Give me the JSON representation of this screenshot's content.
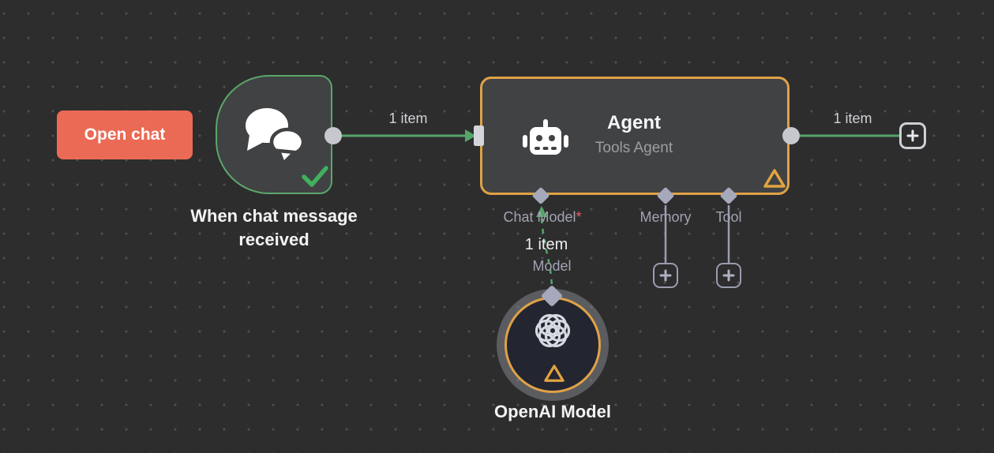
{
  "canvas": {
    "background": "#2d2d2d",
    "dot_color": "#4f4f4f"
  },
  "colors": {
    "success_green": "#5aa76a",
    "connection_green": "#55a56a",
    "check_green": "#41b05c",
    "warning_orange": "#dfa246",
    "coral_button": "#ea6a55",
    "node_fill": "#414244",
    "connector_lavender": "#a6a8bb",
    "endpoint_gray": "#c6c8ce",
    "required_red": "#e85f66",
    "openai_node_fill": "#232531"
  },
  "open_chat": {
    "label": "Open chat"
  },
  "trigger_node": {
    "name": "When chat message received",
    "icon": "chat-bubbles-icon",
    "status": "success"
  },
  "agent_node": {
    "title": "Agent",
    "subtitle": "Tools Agent",
    "icon": "robot-icon",
    "status": "warning"
  },
  "ports": {
    "chat_model": {
      "label": "Chat Model",
      "required_marker": "*"
    },
    "memory": {
      "label": "Memory"
    },
    "tool": {
      "label": "Tool"
    }
  },
  "connections": {
    "trigger_to_agent": {
      "label": "1 item"
    },
    "agent_output": {
      "label": "1 item"
    },
    "chat_model": {
      "items_label": "1 item",
      "port_label": "Model"
    }
  },
  "openai_node": {
    "name": "OpenAI Model",
    "icon": "openai-logo-icon",
    "status": "warning"
  }
}
